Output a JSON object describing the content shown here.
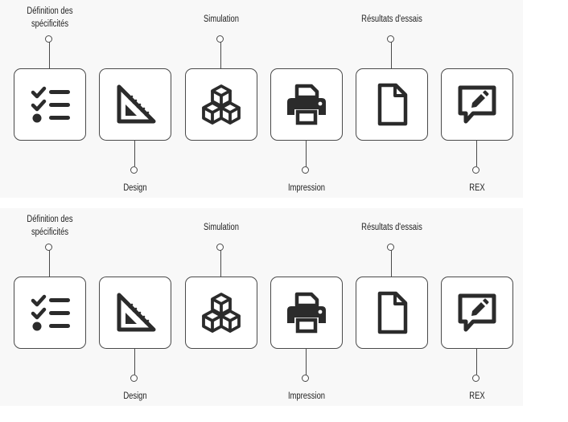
{
  "panels": [
    {
      "steps": [
        {
          "label": "Définition des\nspécificités",
          "icon": "checklist-icon",
          "position": "top"
        },
        {
          "label": "Design",
          "icon": "set-square-icon",
          "position": "bottom"
        },
        {
          "label": "Simulation",
          "icon": "cubes-icon",
          "position": "top"
        },
        {
          "label": "Impression",
          "icon": "printer-icon",
          "position": "bottom"
        },
        {
          "label": "Résultats d'essais",
          "icon": "document-icon",
          "position": "top"
        },
        {
          "label": "REX",
          "icon": "comment-edit-icon",
          "position": "bottom"
        }
      ]
    },
    {
      "steps": [
        {
          "label": "Définition des\nspécificités",
          "icon": "checklist-icon",
          "position": "top"
        },
        {
          "label": "Design",
          "icon": "set-square-icon",
          "position": "bottom"
        },
        {
          "label": "Simulation",
          "icon": "cubes-icon",
          "position": "top"
        },
        {
          "label": "Impression",
          "icon": "printer-icon",
          "position": "bottom"
        },
        {
          "label": "Résultats d'essais",
          "icon": "document-icon",
          "position": "top"
        },
        {
          "label": "REX",
          "icon": "comment-edit-icon",
          "position": "bottom"
        }
      ]
    }
  ],
  "colors": {
    "line": "#4a4a4a",
    "icon": "#2b2b2b",
    "panel_background": "#f8f8f8"
  }
}
